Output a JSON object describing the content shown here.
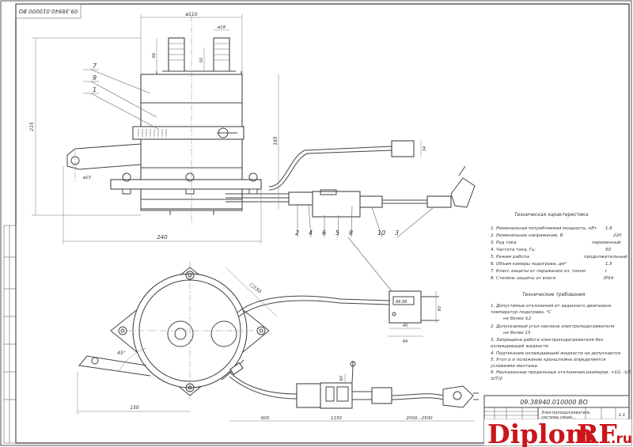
{
  "drawing": {
    "code_rotated": "09.38940.010000 ВО",
    "code_titleblock": "09.38940.010000 ВО",
    "title_line1": "Электроподогреватель",
    "title_line2": "системы смазк...",
    "scale": "1:1"
  },
  "positions": {
    "upper_labels": [
      "7",
      "9",
      "1"
    ],
    "lower_labels": [
      "2",
      "4",
      "6",
      "5",
      "8",
      "10",
      "3"
    ]
  },
  "dimensions": {
    "top_width": "ø110",
    "nozzle": "ø18",
    "h1": "66",
    "h2": "50",
    "total_height": "215",
    "body_height": "185",
    "hole": "ø15",
    "base_length": "240",
    "small_box": "34",
    "plug_w": "40",
    "plug_w2": "64",
    "side_h": "60",
    "flange": "□150",
    "angle": "45°",
    "lower_len": "150",
    "cable1": "600",
    "cable2": "1150",
    "cable3": "2000...2500",
    "cable_small": "60"
  },
  "characteristics": {
    "heading": "Техническая характеристика",
    "items": [
      {
        "label": "1. Номинальная потребляемая мощность, кВт",
        "value": "1,6"
      },
      {
        "label": "2. Номинальное напряжение, В",
        "value": "220"
      },
      {
        "label": "3. Род тока",
        "value": "переменный"
      },
      {
        "label": "4. Частота тока, Гц",
        "value": "50"
      },
      {
        "label": "5. Режим работы",
        "value": "продолжительный"
      },
      {
        "label": "6. Объем камеры подогрева, дм³",
        "value": "1,5"
      },
      {
        "label": "7. Класс защиты от поражения эл. током",
        "value": "I"
      },
      {
        "label": "8. Степень защиты от влаги",
        "value": "IPX4"
      }
    ]
  },
  "requirements": {
    "heading": "Технические требования",
    "lines": [
      "1. Допустимые отклонения от заданного диапазона",
      "температур подогрева, °С",
      "не более ±2",
      "2. Допускаемый угол наклона электроподогревателя",
      "не более 15",
      "3. Запрещена работа электроподогревателя без",
      "охлаждающей жидкости",
      "4. Подтекание охлаждающей жидкости не допускается.",
      "5. Угол α и положение кронштейна определяется",
      "условиями монтажа.",
      "6. Неуказанные предельные отклонения размеров: +t/2, -t/2,",
      "±IT/2"
    ]
  },
  "watermark": {
    "part1": "Diplom",
    "part2": "RF",
    "part3": ".ru"
  },
  "colors": {
    "watermark": "#c9161c",
    "lines": "#444444"
  }
}
